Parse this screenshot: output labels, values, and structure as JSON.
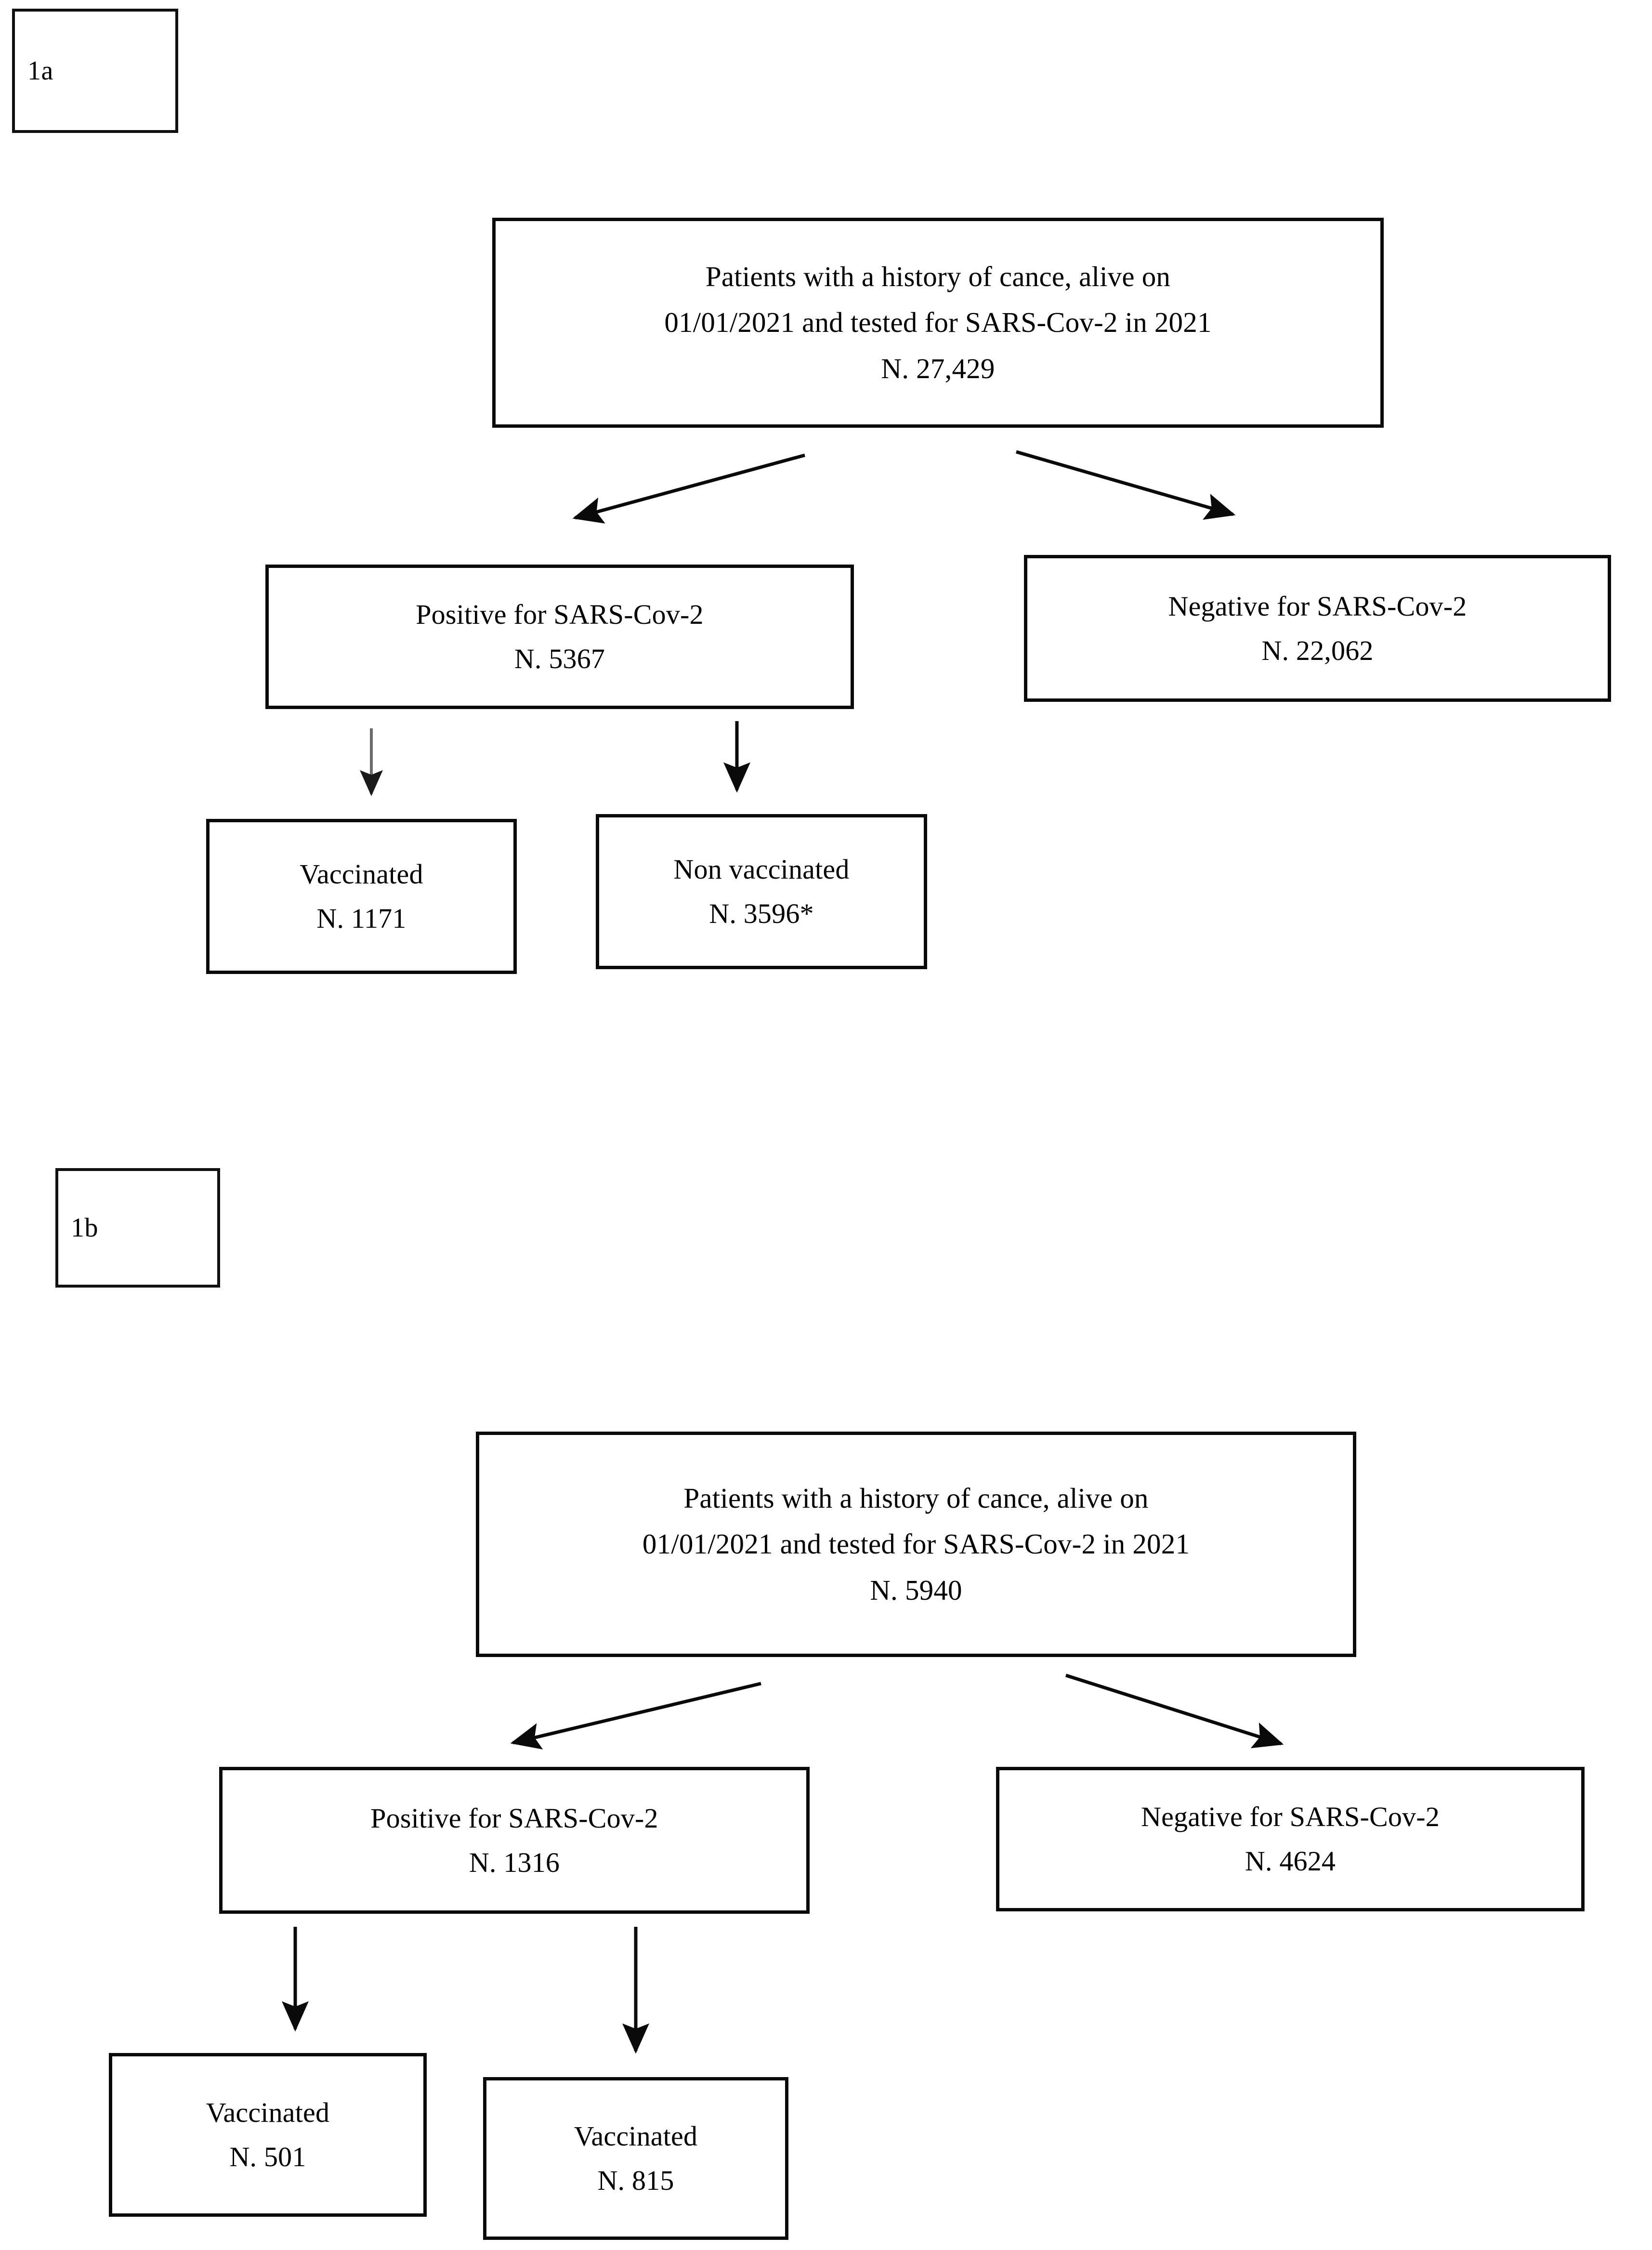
{
  "panels": [
    {
      "label": "1a",
      "nodes": {
        "root": {
          "line1": "Patients with a history of cance, alive on",
          "line2": "01/01/2021 and tested for SARS-Cov-2 in 2021",
          "line3": "N. 27,429"
        },
        "positive": {
          "line1": "Positive for SARS-Cov-2",
          "line2": "N. 5367"
        },
        "negative": {
          "line1": "Negative for SARS-Cov-2",
          "line2": "N. 22,062"
        },
        "leaf_left": {
          "line1": "Vaccinated",
          "line2": "N. 1171"
        },
        "leaf_right": {
          "line1": "Non vaccinated",
          "line2": "N. 3596*"
        }
      }
    },
    {
      "label": "1b",
      "nodes": {
        "root": {
          "line1": "Patients with a history of cance, alive on",
          "line2": "01/01/2021 and tested for SARS-Cov-2 in 2021",
          "line3": "N. 5940"
        },
        "positive": {
          "line1": "Positive for SARS-Cov-2",
          "line2": "N. 1316"
        },
        "negative": {
          "line1": "Negative for SARS-Cov-2",
          "line2": "N. 4624"
        },
        "leaf_left": {
          "line1": "Vaccinated",
          "line2": "N. 501"
        },
        "leaf_right": {
          "line1": "Vaccinated",
          "line2": "N. 815"
        }
      }
    }
  ],
  "colors": {
    "stroke": "#0a0a0a",
    "background": "#ffffff",
    "arrow_light": "#6b6b6b"
  }
}
